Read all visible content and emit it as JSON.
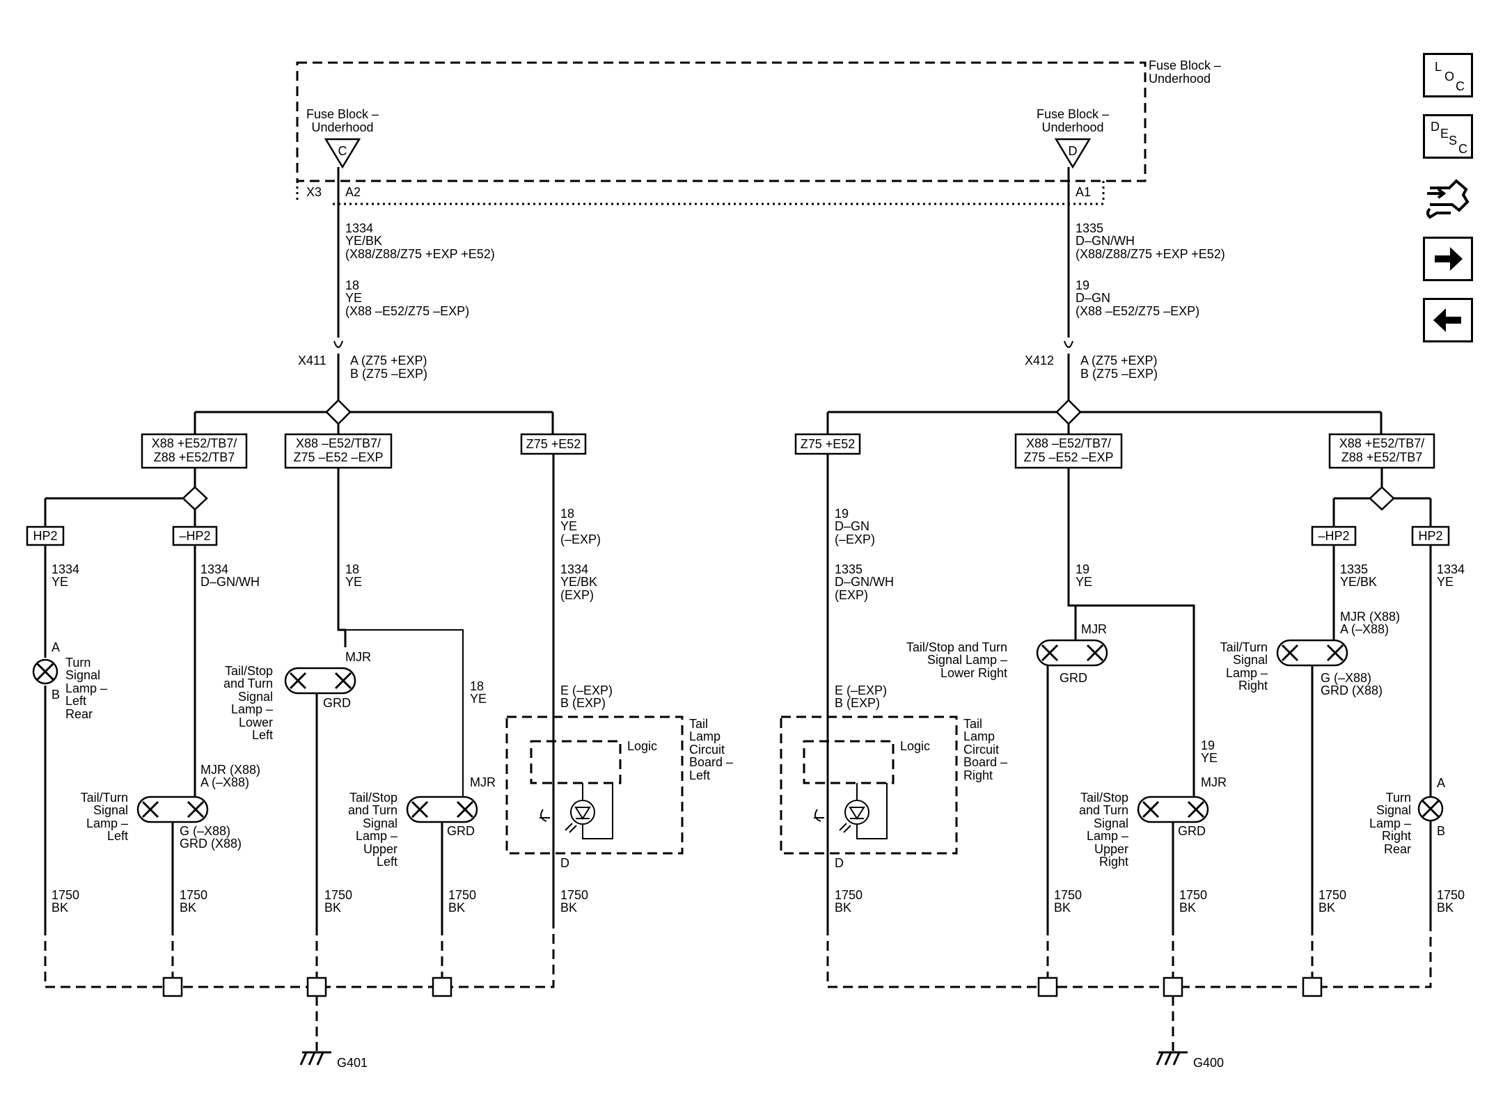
{
  "fuse_block": {
    "outer_label_1": "Fuse Block –",
    "outer_label_2": "Underhood",
    "left_label_1": "Fuse Block –",
    "left_label_2": "Underhood",
    "right_label_1": "Fuse Block –",
    "right_label_2": "Underhood",
    "left_letter": "C",
    "right_letter": "D",
    "left_connector": "X3",
    "left_pin": "A2",
    "right_pin": "A1"
  },
  "left_feed": {
    "lines": [
      "1334",
      "YE/BK",
      "(X88/Z88/Z75 +EXP +E52)",
      "18",
      "YE",
      "(X88 –E52/Z75 –EXP)"
    ],
    "connector": "X411",
    "pin_a": "A (Z75 +EXP)",
    "pin_b": "B (Z75 –EXP)"
  },
  "right_feed": {
    "lines": [
      "1335",
      "D–GN/WH",
      "(X88/Z88/Z75 +EXP +E52)",
      "19",
      "D–GN",
      "(X88 –E52/Z75 –EXP)"
    ],
    "connector": "X412",
    "pin_a": "A (Z75 +EXP)",
    "pin_b": "B (Z75 –EXP)"
  },
  "option_boxes": {
    "l1a": "X88 +E52/TB7/",
    "l1b": "Z88 +E52/TB7",
    "l2a": "X88 –E52/TB7/",
    "l2b": "Z75 –E52 –EXP",
    "l3": "Z75 +E52",
    "r3": "Z75 +E52",
    "r2a": "X88 –E52/TB7/",
    "r2b": "Z75 –E52 –EXP",
    "r1a": "X88 +E52/TB7/",
    "r1b": "Z88 +E52/TB7",
    "hp2_l": "HP2",
    "nhp2_l": "–HP2",
    "nhp2_r": "–HP2",
    "hp2_r": "HP2"
  },
  "wires": {
    "l_hp2": [
      "1334",
      "YE"
    ],
    "l_nhp2": [
      "1334",
      "D–GN/WH"
    ],
    "l_mid": [
      "18",
      "YE"
    ],
    "l_upper": [
      "18",
      "YE"
    ],
    "l_board": [
      "18",
      "YE",
      "(–EXP)",
      "1334",
      "YE/BK",
      "(EXP)"
    ],
    "r_board": [
      "19",
      "D–GN",
      "(–EXP)",
      "1335",
      "D–GN/WH",
      "(EXP)"
    ],
    "r_mid": [
      "19",
      "YE"
    ],
    "r_upper": [
      "19",
      "YE"
    ],
    "r_nhp2": [
      "1335",
      "YE/BK"
    ],
    "r_hp2": [
      "1334",
      "YE"
    ],
    "ground": [
      "1750",
      "BK"
    ]
  },
  "lamps": {
    "l_rear": [
      "Turn",
      "Signal",
      "Lamp –",
      "Left",
      "Rear"
    ],
    "l_rear_pin_a": "A",
    "l_rear_pin_b": "B",
    "l_tt": [
      "Tail/Turn",
      "Signal",
      "Lamp –",
      "Left"
    ],
    "l_tt_top": [
      "MJR (X88)",
      "A (–X88)"
    ],
    "l_tt_bot": [
      "G (–X88)",
      "GRD (X88)"
    ],
    "l_lower": [
      "Tail/Stop",
      "and Turn",
      "Signal",
      "Lamp –",
      "Lower",
      "Left"
    ],
    "l_upper": [
      "Tail/Stop",
      "and Turn",
      "Signal",
      "Lamp –",
      "Upper",
      "Left"
    ],
    "mjr": "MJR",
    "grd": "GRD",
    "r_lower": [
      "Tail/Stop and Turn",
      "Signal Lamp –",
      "Lower Right"
    ],
    "r_upper": [
      "Tail/Stop",
      "and Turn",
      "Signal",
      "Lamp –",
      "Upper",
      "Right"
    ],
    "r_tt": [
      "Tail/Turn",
      "Signal",
      "Lamp –",
      "Right"
    ],
    "r_tt_top": [
      "MJR (X88)",
      "A (–X88)"
    ],
    "r_tt_bot": [
      "G (–X88)",
      "GRD (X88)"
    ],
    "r_rear": [
      "Turn",
      "Signal",
      "Lamp –",
      "Right",
      "Rear"
    ],
    "r_rear_pin_a": "A",
    "r_rear_pin_b": "B"
  },
  "boards": {
    "left_pins": [
      "E (–EXP)",
      "B (EXP)"
    ],
    "left_name": [
      "Tail",
      "Lamp",
      "Circuit",
      "Board –",
      "Left"
    ],
    "right_pins": [
      "E (–EXP)",
      "B (EXP)"
    ],
    "right_name": [
      "Tail",
      "Lamp",
      "Circuit",
      "Board –",
      "Right"
    ],
    "logic": "Logic",
    "pin_d": "D"
  },
  "grounds": {
    "left": "G401",
    "right": "G400"
  },
  "nav": {
    "loc": [
      "L",
      "O",
      "C"
    ],
    "desc": [
      "D",
      "E",
      "S",
      "C"
    ]
  }
}
